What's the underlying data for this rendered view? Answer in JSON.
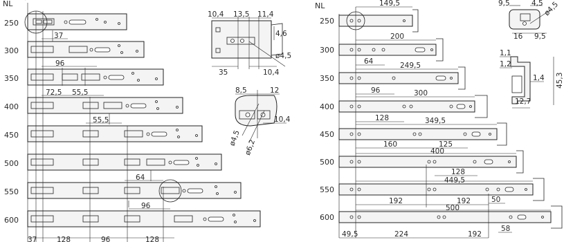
{
  "left": {
    "axis_label": "NL",
    "rows": [
      {
        "nl": "250"
      },
      {
        "nl": "300"
      },
      {
        "nl": "350"
      },
      {
        "nl": "400"
      },
      {
        "nl": "450"
      },
      {
        "nl": "500"
      },
      {
        "nl": "550"
      },
      {
        "nl": "600"
      }
    ],
    "dims": [
      "37",
      "96",
      "72,5",
      "55,5",
      "55,5",
      "64",
      "96"
    ],
    "bottom_dims": [
      "37",
      "128",
      "96",
      "128"
    ]
  },
  "detail_top": {
    "dims": [
      "10,4",
      "13,5",
      "11,4",
      "4,6",
      "ø4,5",
      "35",
      "10,4"
    ]
  },
  "detail_round": {
    "dims": [
      "8,5",
      "12",
      "ø4,5",
      "ø6,2",
      "10,4"
    ]
  },
  "right": {
    "axis_label": "NL",
    "rows": [
      {
        "nl": "250"
      },
      {
        "nl": "300"
      },
      {
        "nl": "350"
      },
      {
        "nl": "400"
      },
      {
        "nl": "450"
      },
      {
        "nl": "500"
      },
      {
        "nl": "550"
      },
      {
        "nl": "600"
      }
    ],
    "dims": [
      "149,5",
      "200",
      "64",
      "249,5",
      "96",
      "300",
      "128",
      "349,5",
      "160",
      "125",
      "400",
      "128",
      "449,5",
      "192",
      "192",
      "50",
      "500",
      "58"
    ],
    "bottom_dims": [
      "49,5",
      "224",
      "192"
    ]
  },
  "detail_right_top": {
    "dims": [
      "9,5",
      "4,5",
      "ø4,5",
      "16",
      "9,5"
    ]
  },
  "profile": {
    "dims": [
      "1,1",
      "1,2",
      "1,4",
      "45,3",
      "12,7"
    ]
  }
}
